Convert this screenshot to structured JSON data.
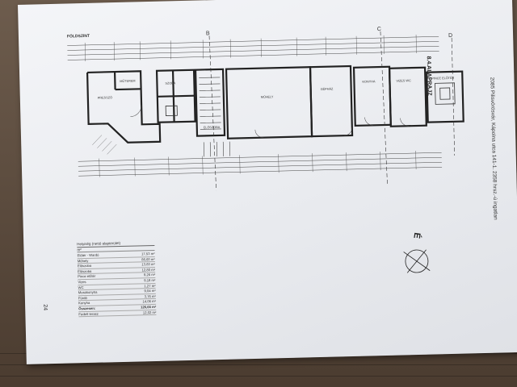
{
  "document": {
    "plan_label": "FÖLDSZINT",
    "sheet_title": "8.4.ALAPRAJZ",
    "address": "2085 Pilisvörösvár, Kápolna utca 141-1. 2358 hrsz.-ú ingatlan",
    "page_number": "24",
    "north_label": "É",
    "axis_labels": [
      "B",
      "C",
      "D"
    ]
  },
  "area_table": {
    "header": "Helyiség (nettó alapterület)",
    "unit": "m²",
    "rows": [
      {
        "name": "Előtér - Wardó",
        "area": "17,53 m²"
      },
      {
        "name": "Műhely",
        "area": "86,60 m²"
      },
      {
        "name": "Előszoba",
        "area": "13,83 m²"
      },
      {
        "name": "Előszoba",
        "area": "12,80 m²"
      },
      {
        "name": "Pince előtér",
        "area": "9,26 m²"
      },
      {
        "name": "Vizes",
        "area": "9,18 m²"
      },
      {
        "name": "WC",
        "area": "1,27 m²"
      },
      {
        "name": "Mosókonyha",
        "area": "9,04 m²"
      },
      {
        "name": "Fürdő",
        "area": "3,76 m²"
      },
      {
        "name": "Konyha",
        "area": "14,06 m²"
      }
    ],
    "total": {
      "name": "Összesen:",
      "area": "126,66 m²"
    },
    "covered": {
      "name": "Fedett terasz",
      "area": "12,02 m²"
    }
  },
  "rooms": [
    {
      "id": "r1",
      "label": "PRESSZÓ"
    },
    {
      "id": "r2",
      "label": "MŰTEREM"
    },
    {
      "id": "r3",
      "label": "MŰHELY"
    },
    {
      "id": "r4",
      "label": "GÉPHÁZ"
    },
    {
      "id": "r5",
      "label": "KONYHA"
    },
    {
      "id": "r6",
      "label": "ELŐSZOBA"
    },
    {
      "id": "r7",
      "label": "SZOBA"
    },
    {
      "id": "r8",
      "label": "VIZES WC"
    },
    {
      "id": "r9",
      "label": "PINCE ELŐTÉR"
    }
  ]
}
